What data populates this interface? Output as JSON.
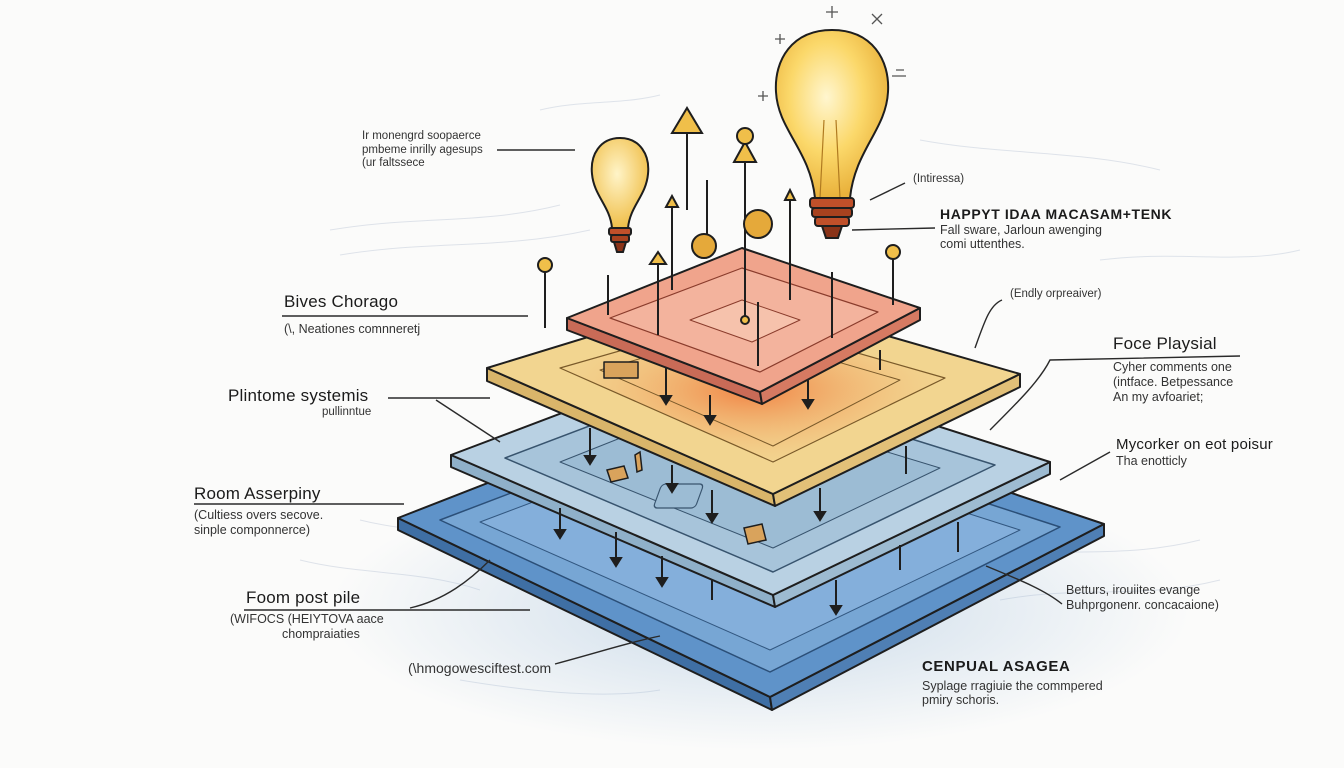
{
  "colors": {
    "paper": "#fbfbfa",
    "ink": "#1e1e1e",
    "layer_top": "#f0a48c",
    "layer_yellow": "#f2d590",
    "layer_light_blue": "#b9d1e3",
    "layer_dark_blue": "#5f93c9",
    "bulb": "#fbd86a",
    "bulb_base": "#c0502a"
  },
  "labels": {
    "top_left_note": {
      "line1": "Ir monengrd soopaerce",
      "line2": "pmbeme inrilly agesups",
      "line3": "(ur faltssece"
    },
    "bulb_note": "(Intiressa)",
    "happy_idea": {
      "title": "HAPPYT IDAA MACASAM+TENK",
      "line1": "Fall sware, Jarloun awenging",
      "line2": "comi uttenthes."
    },
    "blues": {
      "title": "Bives Chorago",
      "sub": "(\\, Neationes comnneretj"
    },
    "endly": "(Endly orpreaiver)",
    "foce": {
      "title": "Foce Playsial",
      "line1": "Cyher comments one",
      "line2": "(intface. Betpessance",
      "line3": "An my avfoariet;"
    },
    "plintome": {
      "title": "Plintome systemis",
      "sub": "pullinntue"
    },
    "mycorker": {
      "title": "Mycorker on eot poisur",
      "sub": "Tha enotticly"
    },
    "room": {
      "title": "Room Asserpiny",
      "line1": "(Cultiess overs secove.",
      "line2": "sinple componnerce)"
    },
    "foom": {
      "title": "Foom post pile",
      "line1": "(WIFOCS (HEIYTOVA aace",
      "line2": "chompraiaties"
    },
    "betturs": {
      "line1": "Betturs, irouiites evange",
      "line2": "Buhprgonenr. concacaione)"
    },
    "link": "(\\hmogowesciftest.com",
    "cenpual": {
      "title": "CENPUAL ASAGEA",
      "line1": "Syplage rragiuie the commpered",
      "line2": "pmiry schoris."
    }
  }
}
